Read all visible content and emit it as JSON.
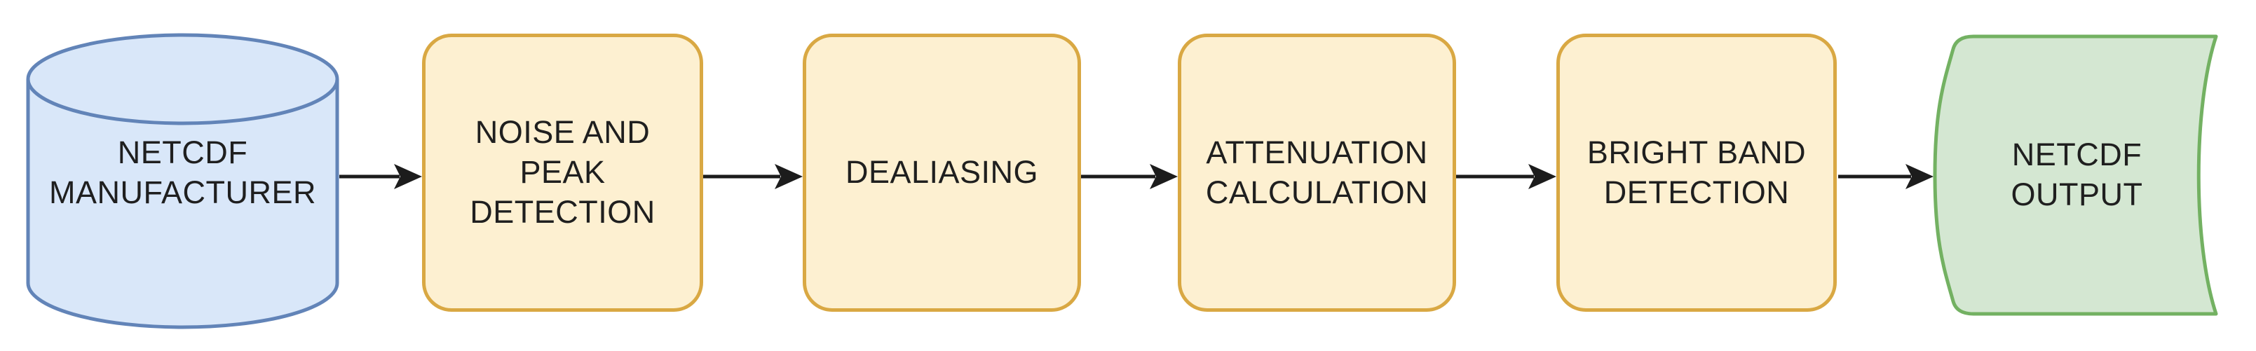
{
  "diagram": {
    "type": "flowchart",
    "direction": "left-to-right",
    "background": "#ffffff",
    "text_color": "#1f1f1f",
    "nodes": [
      {
        "id": "netcdf-manufacturer",
        "shape": "cylinder",
        "label": "NETCDF\nMANUFACTURER",
        "fill": "#d9e7f9",
        "stroke": "#6284b8"
      },
      {
        "id": "noise-and-peak-detection",
        "shape": "rounded-rectangle",
        "label": "NOISE AND\nPEAK\nDETECTION",
        "fill": "#fdf0d1",
        "stroke": "#d9a843"
      },
      {
        "id": "dealiasing",
        "shape": "rounded-rectangle",
        "label": "DEALIASING",
        "fill": "#fdf0d1",
        "stroke": "#d9a843"
      },
      {
        "id": "attenuation-calculation",
        "shape": "rounded-rectangle",
        "label": "ATTENUATION\nCALCULATION",
        "fill": "#fdf0d1",
        "stroke": "#d9a843"
      },
      {
        "id": "bright-band-detection",
        "shape": "rounded-rectangle",
        "label": "BRIGHT BAND\nDETECTION",
        "fill": "#fdf0d1",
        "stroke": "#d9a843"
      },
      {
        "id": "netcdf-output",
        "shape": "curved-document",
        "label": "NETCDF\nOUTPUT",
        "fill": "#d4e7d2",
        "stroke": "#73b162"
      }
    ],
    "edges": [
      {
        "from": "netcdf-manufacturer",
        "to": "noise-and-peak-detection"
      },
      {
        "from": "noise-and-peak-detection",
        "to": "dealiasing"
      },
      {
        "from": "dealiasing",
        "to": "attenuation-calculation"
      },
      {
        "from": "attenuation-calculation",
        "to": "bright-band-detection"
      },
      {
        "from": "bright-band-detection",
        "to": "netcdf-output"
      }
    ],
    "edge_style": {
      "color": "#1c1c1c",
      "arrowhead": "solid-dart"
    }
  }
}
